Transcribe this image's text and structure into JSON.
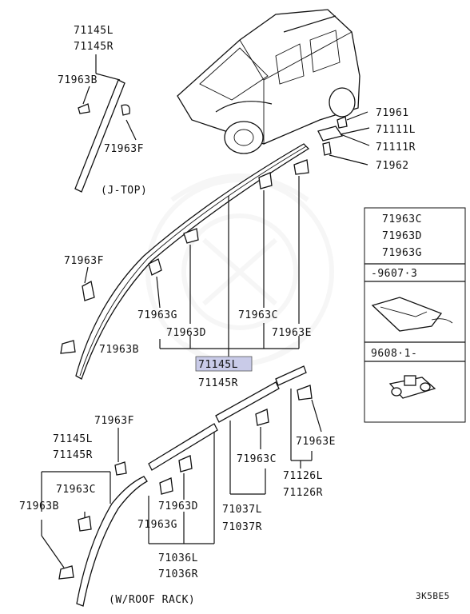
{
  "labels": {
    "p71145L_top": "71145L",
    "p71145R_top": "71145R",
    "p71963B_top": "71963B",
    "p71963F_top": "71963F",
    "jtop": "(J-TOP)",
    "p71961": "71961",
    "p71111L": "71111L",
    "p71111R": "71111R",
    "p71962": "71962",
    "p71963F_mid": "71963F",
    "p71963G_mid": "71963G",
    "p71963D_mid": "71963D",
    "p71963C_mid": "71963C",
    "p71963E_mid": "71963E",
    "p71963B_mid": "71963B",
    "p71145L_mid": "71145L",
    "p71145R_mid": "71145R",
    "p71963F_bot": "71963F",
    "p71145L_bot": "71145L",
    "p71145R_bot": "71145R",
    "p71963C_botl": "71963C",
    "p71963B_bot": "71963B",
    "p71963D_bot": "71963D",
    "p71963G_bot": "71963G",
    "p71036L": "71036L",
    "p71036R": "71036R",
    "p71963C_botm": "71963C",
    "p71037L": "71037L",
    "p71037R": "71037R",
    "p71963E_bot": "71963E",
    "p71126L": "71126L",
    "p71126R": "71126R",
    "roof_rack": "(W/ROOF RACK)",
    "code": "3K5BE5"
  },
  "inset": {
    "c": "71963C",
    "d": "71963D",
    "g": "71963G",
    "range1": "-9607·3",
    "range2": "9608·1-"
  },
  "colors": {
    "highlight": "#c9cbe8",
    "ink": "#111111"
  }
}
